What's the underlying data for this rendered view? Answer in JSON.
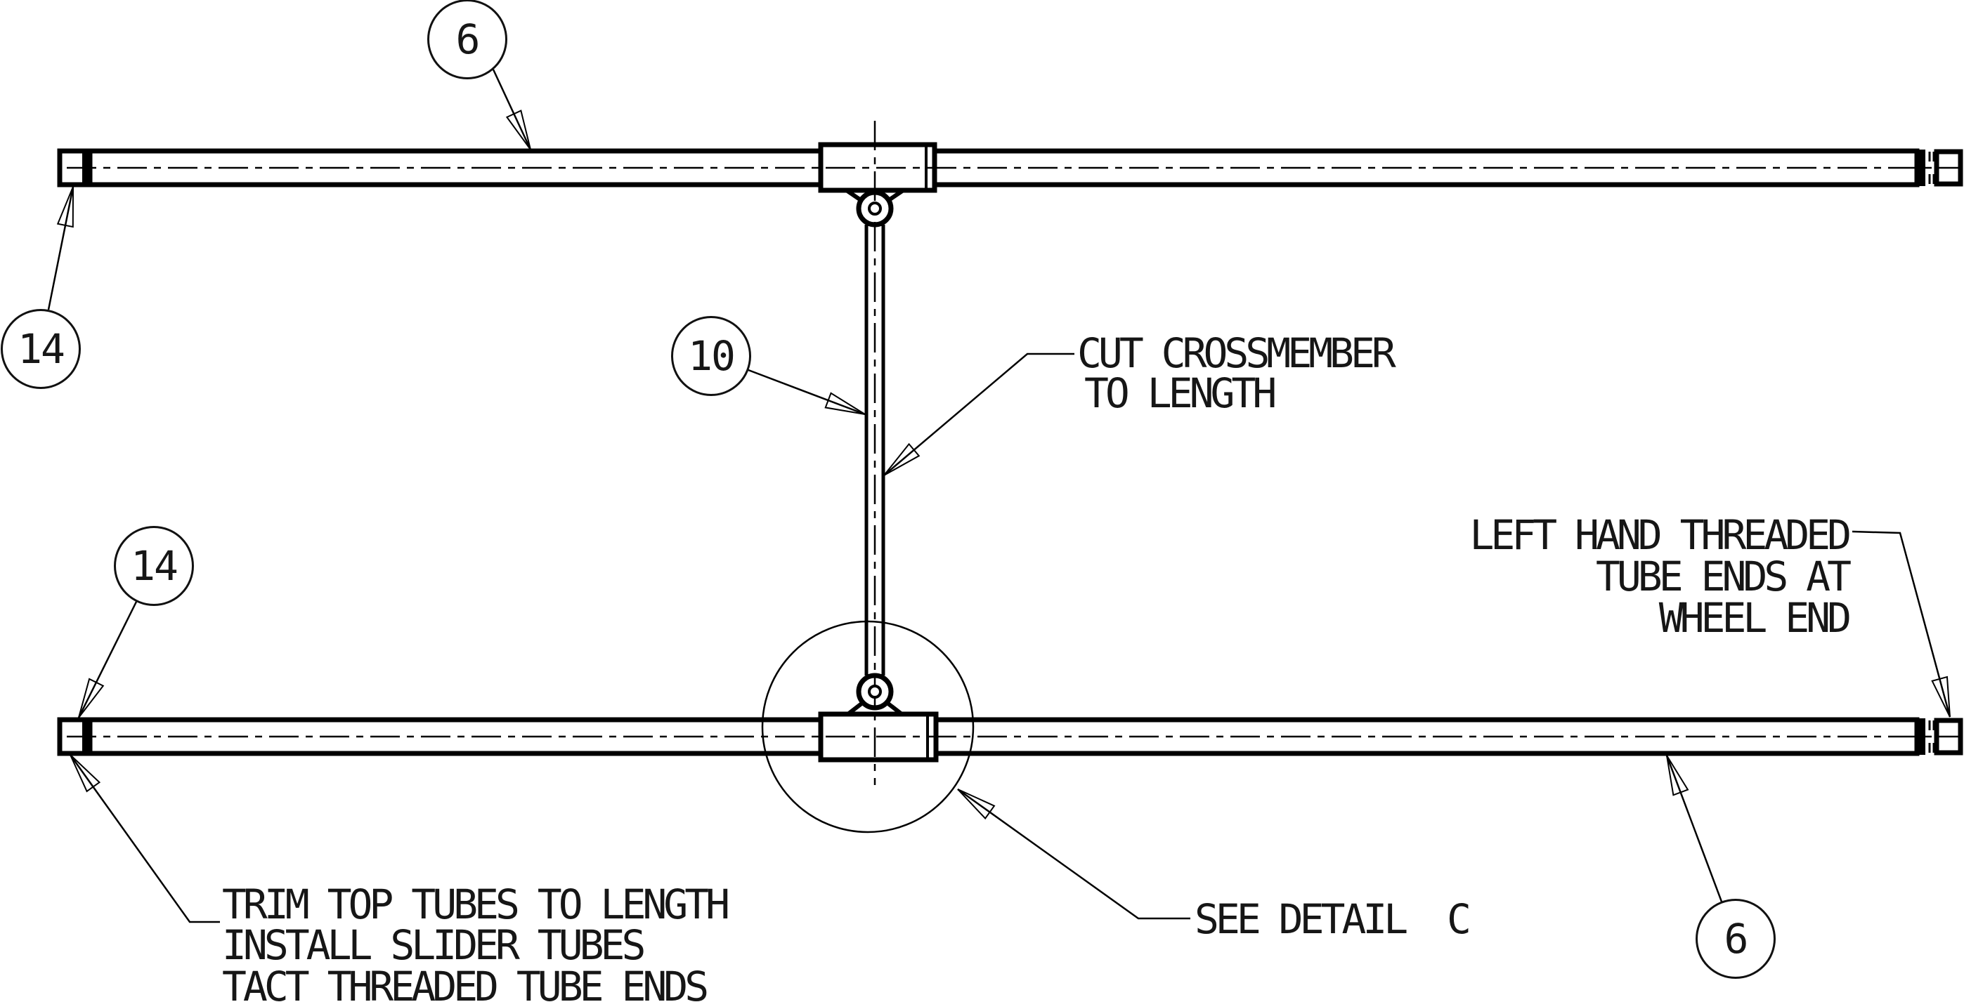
{
  "drawing": {
    "title": "tube assembly callout view",
    "balloons": [
      {
        "id": "balloon-6-top",
        "label": "6"
      },
      {
        "id": "balloon-14-top-left",
        "label": "14"
      },
      {
        "id": "balloon-10-crossmember",
        "label": "10"
      },
      {
        "id": "balloon-14-bottom-left",
        "label": "14"
      },
      {
        "id": "balloon-6-bottom",
        "label": "6"
      }
    ],
    "annotations": {
      "cut_crossmember": {
        "line1": "CUT CROSSMEMBER",
        "line2": "TO LENGTH"
      },
      "left_hand_threaded": {
        "line1": "LEFT HAND THREADED",
        "line2": "TUBE ENDS AT",
        "line3": "WHEEL END"
      },
      "trim_top_tubes": {
        "line1": "TRIM TOP TUBES TO LENGTH",
        "line2": "INSTALL SLIDER TUBES",
        "line3": "TACT THREADED TUBE ENDS"
      },
      "see_detail": {
        "line1": "SEE DETAIL  C"
      }
    },
    "colors": {
      "line": "#000000",
      "background": "#ffffff",
      "text": "#161616"
    }
  }
}
